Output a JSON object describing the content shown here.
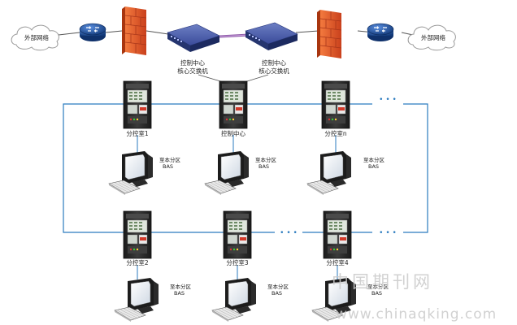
{
  "labels": {
    "external_network": "外部网络",
    "core_switch_line1": "控制中心",
    "core_switch_line2": "核心交换机",
    "cabinet_control_center": "控制中心",
    "cabinet_sub1": "分控室1",
    "cabinet_subn": "分控室n",
    "cabinet_sub2": "分控室2",
    "cabinet_sub3": "分控室3",
    "cabinet_sub4": "分控室4",
    "bas_line1": "至本分区",
    "bas_line2": "BAS",
    "ellipsis": "• • •"
  },
  "watermark": {
    "cn": "中国期刊网",
    "url": "www.chinaqking.com"
  },
  "colors": {
    "ring_line": "#2b7bbf",
    "cloud_stroke": "#9a9a9a",
    "router_blue": "#1b4d9a",
    "firewall_red": "#e8542a",
    "switch_blue": "#2d3f8f",
    "trunk_purple": "#8e5aa8",
    "cabinet_dark": "#2a2a2a",
    "watermark_gray": "#c9c9c9"
  }
}
